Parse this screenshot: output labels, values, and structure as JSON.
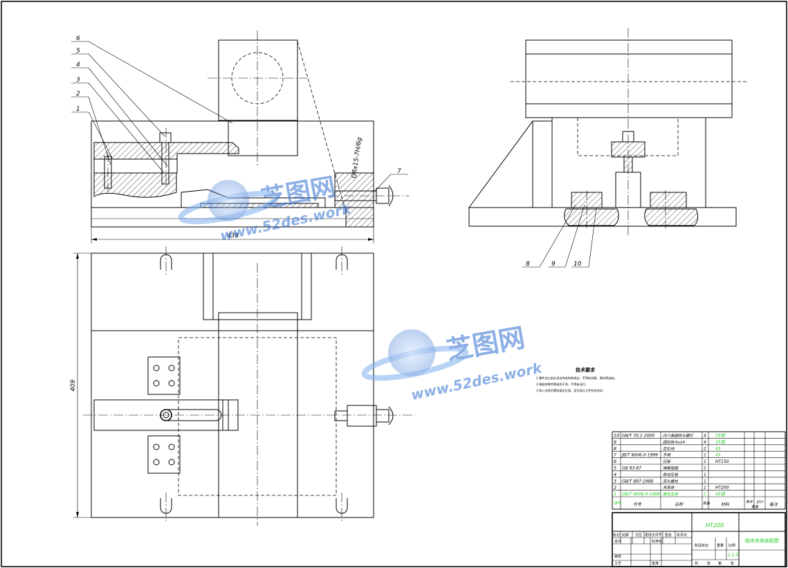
{
  "balloons": [
    "1",
    "2",
    "3",
    "4",
    "5",
    "6",
    "7",
    "8",
    "9",
    "10"
  ],
  "dimensions": {
    "width": "438",
    "height": "409"
  },
  "thread_callout": "Q8x15-7H/6g",
  "tech_requirements": {
    "title": "技术要求",
    "lines": [
      "1.零件加工前必须去除毛刺和锐边，不得有划痕、擦伤等缺陷。",
      "2.装配前零件需清洗干净，不得有油污。",
      "3.装入夹具后需检查定位面，定位面与工件贴合良好。"
    ]
  },
  "bom": {
    "rows": [
      {
        "no": "10",
        "code": "GB/T 70.1-2000",
        "name": "内六角圆柱头螺钉",
        "qty": "4",
        "material": "35钢",
        "highlight": false
      },
      {
        "no": "9",
        "code": "",
        "name": "圆柱销 8x24",
        "qty": "4",
        "material": "35钢",
        "highlight": false
      },
      {
        "no": "8",
        "code": "",
        "name": "定位块",
        "qty": "2",
        "material": "45",
        "highlight": false
      },
      {
        "no": "7",
        "code": "JB/T 8006.0-1999",
        "name": "手柄",
        "qty": "1",
        "material": "45",
        "highlight": false
      },
      {
        "no": "6",
        "code": "",
        "name": "压板",
        "qty": "1",
        "material": "HT150",
        "highlight": false
      },
      {
        "no": "5",
        "code": "GB 93-87",
        "name": "弹簧垫圈",
        "qty": "1",
        "material": "",
        "highlight": false
      },
      {
        "no": "4",
        "code": "",
        "name": "移动压板",
        "qty": "1",
        "material": "",
        "highlight": false
      },
      {
        "no": "3",
        "code": "GB/T 897-1988",
        "name": "双头螺柱",
        "qty": "1",
        "material": "",
        "highlight": false
      },
      {
        "no": "2",
        "code": "",
        "name": "夹具体",
        "qty": "1",
        "material": "HT200",
        "highlight": false
      },
      {
        "no": "1",
        "code": "GB/T 8006.4-1999",
        "name": "螺母支座",
        "qty": "1",
        "material": "45钢",
        "highlight": true
      }
    ],
    "header": {
      "no": "序号",
      "code": "代号",
      "name": "名称",
      "qty": "数量",
      "material": "材料",
      "unit_weight": "单件",
      "total_weight": "总计",
      "weight": "重量",
      "remark": "备注"
    }
  },
  "title_block": {
    "material_mark": "HT200",
    "drawing_title": "铣床夹具装配图",
    "scale_value": "1:1.5",
    "labels": {
      "mark": "标记",
      "count": "处数",
      "zone": "分区",
      "change_no": "更改文件号",
      "sign": "签名",
      "date": "年月日",
      "design": "设计",
      "standard": "标准化",
      "stage_mark": "阶段标记",
      "weight": "重量",
      "scale": "比例",
      "review": "审核",
      "craft": "工艺",
      "approve": "批准",
      "total": "共",
      "sheet": "张",
      "page": "第"
    }
  },
  "watermark": {
    "brand": "芝图网",
    "site": "www.52des.work"
  },
  "colors": {
    "line": "#000000",
    "highlight": "#22cc22",
    "watermark": "#2f6fd0"
  }
}
